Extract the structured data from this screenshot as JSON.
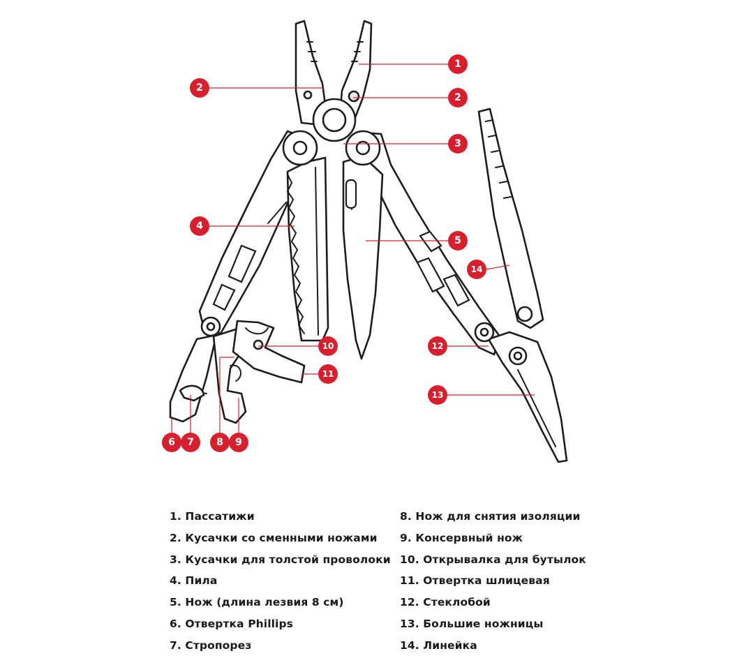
{
  "callouts": [
    {
      "id": "1"
    },
    {
      "id": "2"
    },
    {
      "id": "3"
    },
    {
      "id": "4"
    },
    {
      "id": "5"
    },
    {
      "id": "6"
    },
    {
      "id": "7"
    },
    {
      "id": "8"
    },
    {
      "id": "9"
    },
    {
      "id": "10"
    },
    {
      "id": "11"
    },
    {
      "id": "12"
    },
    {
      "id": "13"
    },
    {
      "id": "14"
    }
  ],
  "legend": {
    "left": [
      "1. Пассатижи",
      "2. Кусачки со сменными ножами",
      "3. Кусачки для толстой проволоки",
      "4. Пила",
      "5. Нож (длина лезвия 8 см)",
      "6. Отвертка Phillips",
      "7. Стропорез"
    ],
    "right": [
      "8. Нож для снятия изоляции",
      "9. Консервный нож",
      "10. Открывалка для бутылок",
      "11. Отвертка шлицевая",
      "12. Стеклобой",
      "13. Большие ножницы",
      "14. Линейка"
    ]
  },
  "colors": {
    "accent": "#d7202e",
    "outline": "#1c1c1c"
  }
}
